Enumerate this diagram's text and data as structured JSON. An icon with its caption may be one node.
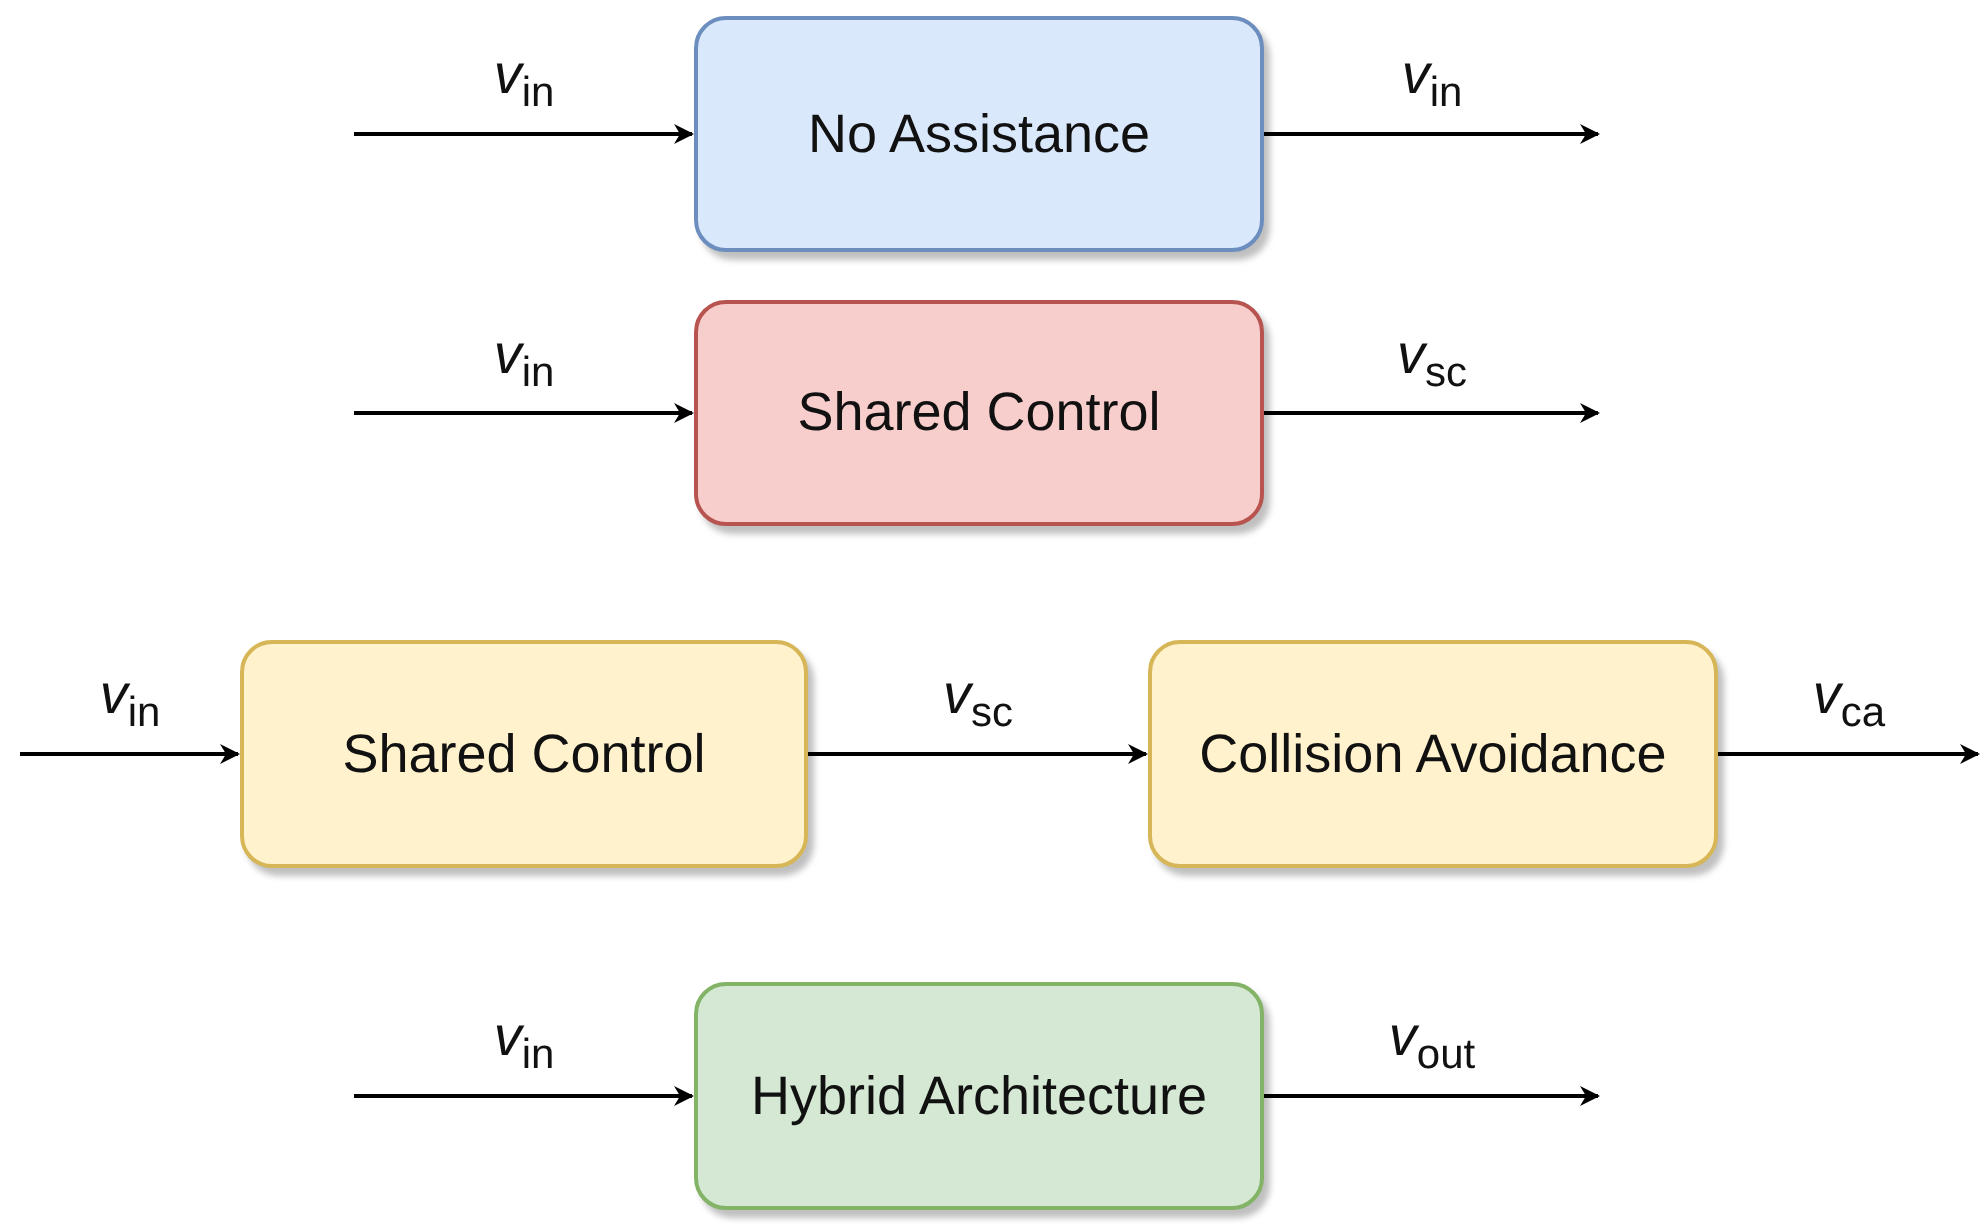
{
  "diagram": {
    "nodes": [
      {
        "text": [
          "No Assistance"
        ]
      },
      {
        "text": [
          "Shared Control"
        ]
      },
      {
        "text": [
          "Shared Control"
        ]
      },
      {
        "text": [
          "Collision Avoidance"
        ]
      },
      {
        "text": [
          "Hybrid Architecture"
        ]
      }
    ],
    "edges": [
      {
        "from": null,
        "to": 0,
        "arrow": "to",
        "label": "*v*$_{in}$"
      },
      {
        "from": 0,
        "to": null,
        "arrow": "to",
        "label": "*v*$_{in}$"
      },
      {
        "from": null,
        "to": 1,
        "arrow": "to",
        "label": "*v*$_{in}$"
      },
      {
        "from": 1,
        "to": null,
        "arrow": "to",
        "label": "*v*$_{sc}$"
      },
      {
        "from": null,
        "to": 2,
        "arrow": "to",
        "label": "*v*$_{in}$"
      },
      {
        "from": 2,
        "to": 3,
        "arrow": "to",
        "label": "*v*$_{sc}$"
      },
      {
        "from": 3,
        "to": null,
        "arrow": "to",
        "label": "*v*$_{ca}$"
      },
      {
        "from": null,
        "to": 4,
        "arrow": "to",
        "label": "*v*$_{in}$"
      },
      {
        "from": 4,
        "to": null,
        "arrow": "to",
        "label": "*v*$_{out}$"
      }
    ]
  }
}
